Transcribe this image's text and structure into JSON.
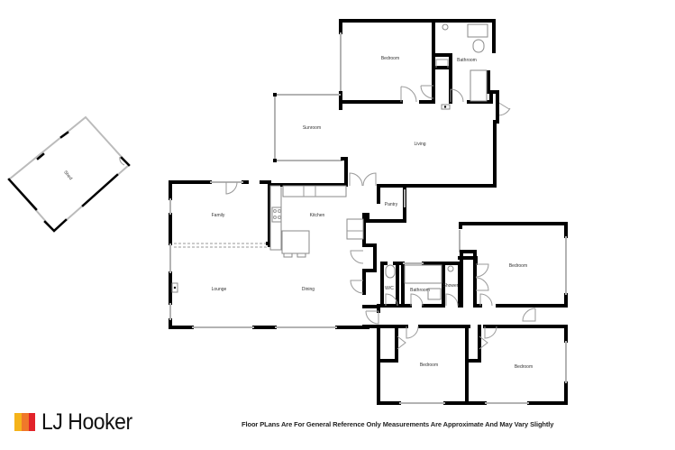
{
  "floorplan": {
    "rooms": [
      {
        "id": "bedroom-1",
        "label": "Bedroom"
      },
      {
        "id": "bathroom-1",
        "label": "Bathroom"
      },
      {
        "id": "sunroom",
        "label": "Sunroom"
      },
      {
        "id": "living",
        "label": "Living"
      },
      {
        "id": "shed",
        "label": "Shed"
      },
      {
        "id": "family",
        "label": "Family"
      },
      {
        "id": "kitchen",
        "label": "Kitchen"
      },
      {
        "id": "pantry",
        "label": "Pantry"
      },
      {
        "id": "lounge",
        "label": "Lounge"
      },
      {
        "id": "dining",
        "label": "Dining"
      },
      {
        "id": "wc",
        "label": "W/C"
      },
      {
        "id": "bathroom-2",
        "label": "Bathroom"
      },
      {
        "id": "shower",
        "label": "Shower"
      },
      {
        "id": "bedroom-2",
        "label": "Bedroom"
      },
      {
        "id": "bedroom-3",
        "label": "Bedroom"
      },
      {
        "id": "bedroom-4",
        "label": "Bedroom"
      }
    ]
  },
  "branding": {
    "name": "LJ Hooker",
    "colors": [
      "#f5b31a",
      "#f0782a",
      "#e2232a"
    ]
  },
  "footer": {
    "disclaimer": "Floor PLans Are For General Reference Only Measurements Are Approximate And May Vary Slightly"
  }
}
